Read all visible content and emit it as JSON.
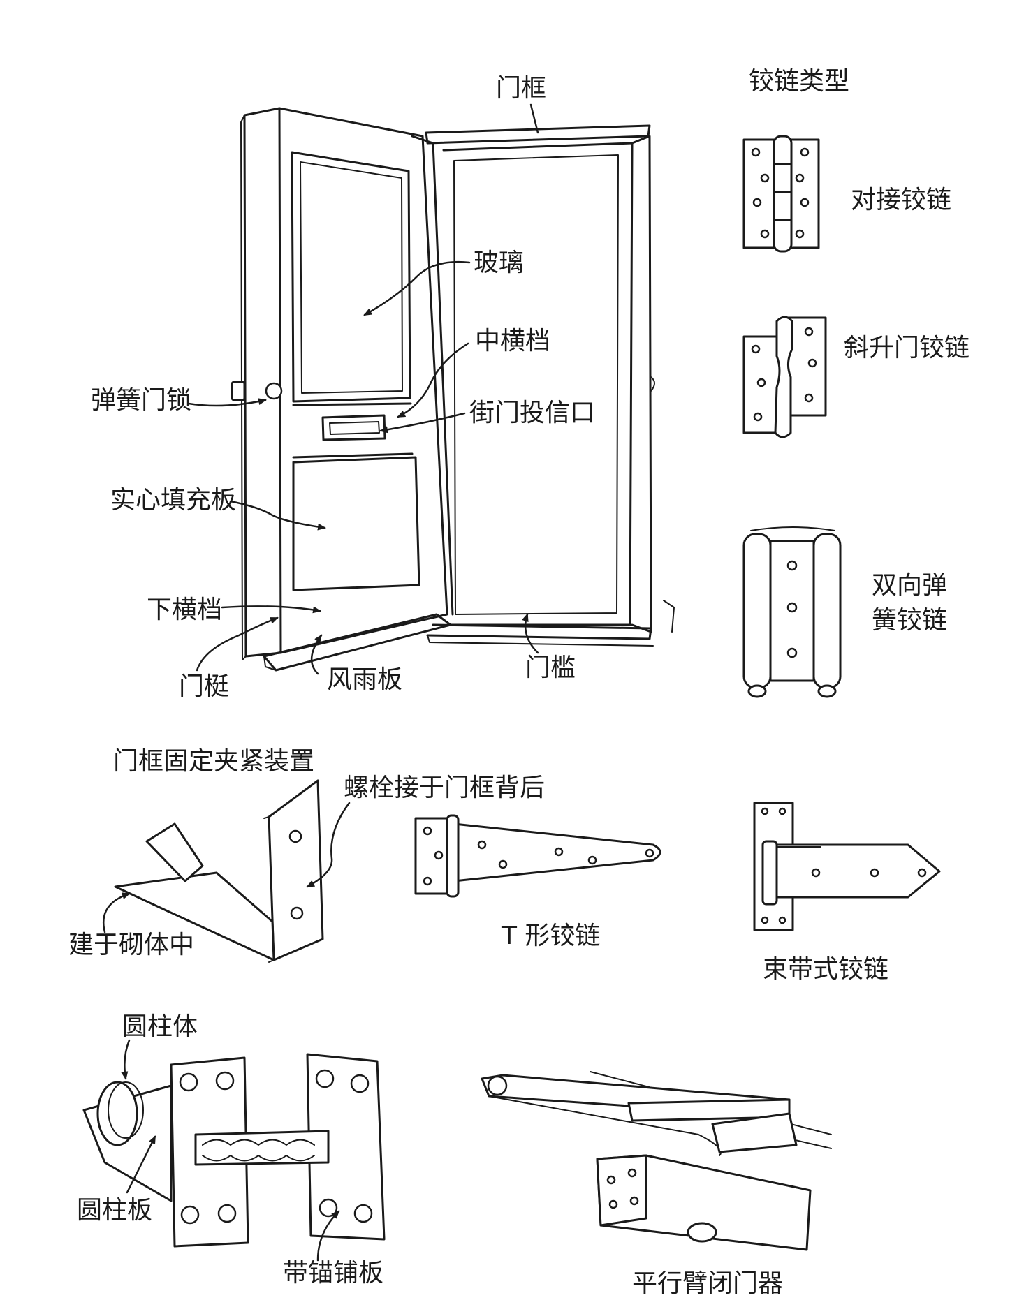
{
  "door": {
    "frame": "门框",
    "glass": "玻璃",
    "middle_rail": "中横档",
    "letter_slot": "街门投信口",
    "spring_latch": "弹簧门锁",
    "solid_panel": "实心填充板",
    "bottom_rail": "下横档",
    "stile": "门梃",
    "weatherboard": "风雨板",
    "threshold": "门槛"
  },
  "hinges": {
    "title": "铰链类型",
    "butt": "对接铰链",
    "rising_butt": "斜升门铰链",
    "double_spring_line1": "双向弹",
    "double_spring_line2": "簧铰链",
    "t_hinge": "T 形铰链",
    "strap": "束带式铰链"
  },
  "frame_cramp": {
    "title": "门框固定夹紧装置",
    "bolted": "螺栓接于门框背后",
    "built_in": "建于砌体中"
  },
  "floor_spring": {
    "cylinder": "圆柱体",
    "cylinder_plate": "圆柱板",
    "anchor_plate": "带锚铺板"
  },
  "closer": {
    "label": "平行臂闭门器"
  }
}
